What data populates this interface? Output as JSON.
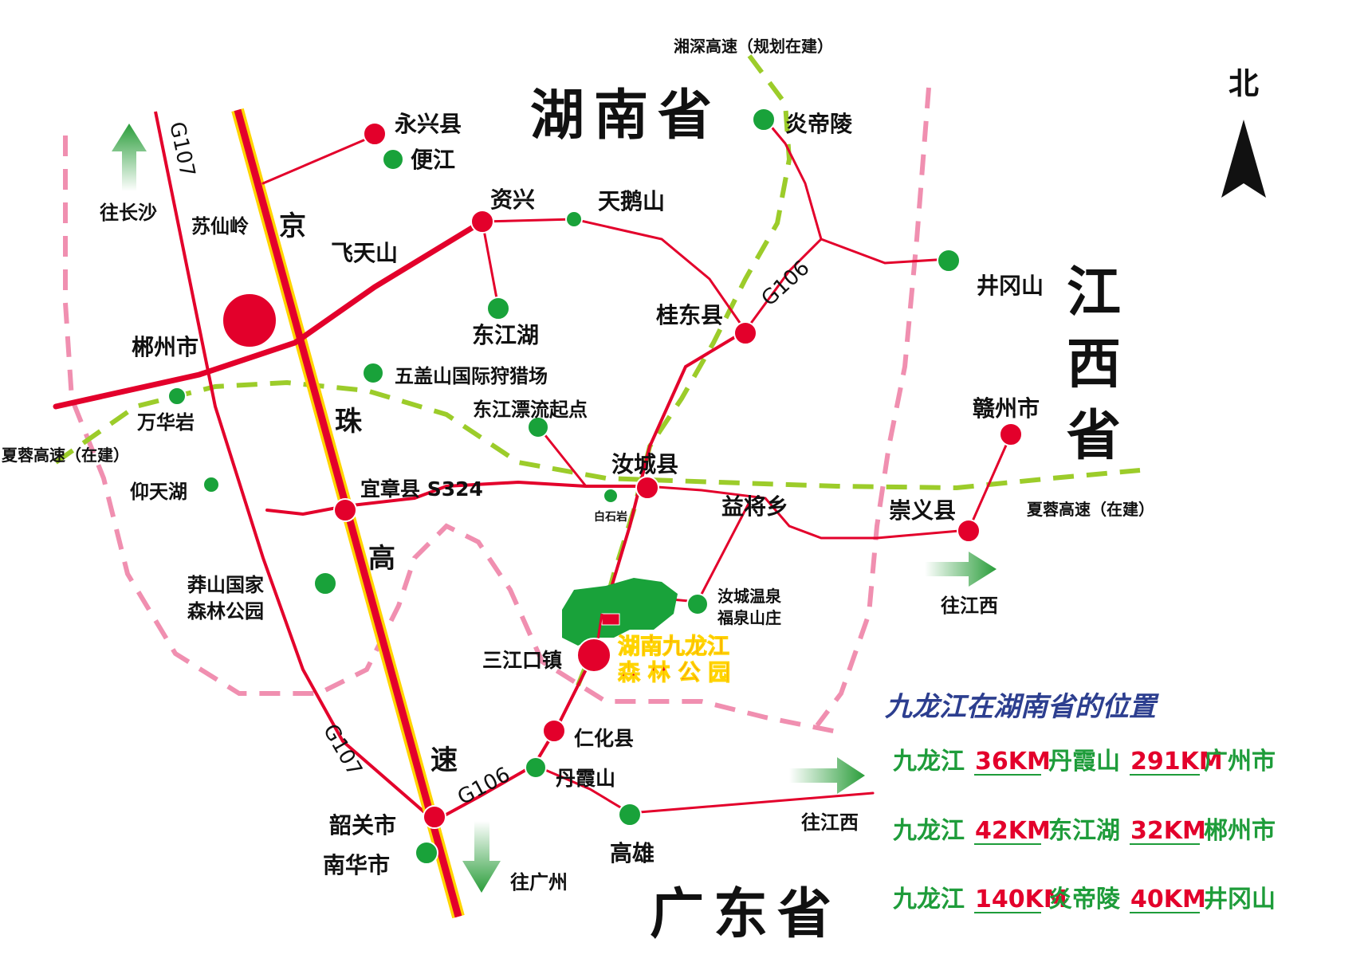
{
  "provinces": {
    "hunan": "湖南省",
    "jiangxi": "江西省",
    "guangdong": "广东省"
  },
  "north_label": "北",
  "highways": {
    "jingzhu_chars": [
      "京",
      "珠",
      "高",
      "速"
    ],
    "g107_labels": [
      "G107",
      "G107"
    ],
    "g106_labels": [
      "G106",
      "G106"
    ],
    "s324_label": "宜章县 S324",
    "xiangshen": "湘深高速（规划在建）",
    "xiarong_west": "夏蓉高速（在建）",
    "xiarong_east": "夏蓉高速（在建）"
  },
  "directions": {
    "changsha": "往长沙",
    "guangzhou": "往广州",
    "jiangxi_upper": "往江西",
    "jiangxi_lower": "往江西"
  },
  "places": {
    "yongxing": "永兴县",
    "bianjiang": "便江",
    "zixing": "资兴",
    "tianeshan": "天鹅山",
    "yandiling": "炎帝陵",
    "suxianling": "苏仙岭",
    "feitianshan": "飞天山",
    "dongjianghu": "东江湖",
    "guidong": "桂东县",
    "jinggangshan": "井冈山",
    "chenzhou": "郴州市",
    "wugaishan": "五盖山国际狩猎场",
    "wanhuayan": "万华岩",
    "dongjiang_rafting": "东江漂流起点",
    "rucheng": "汝城县",
    "ganzhou": "赣州市",
    "yangtianhu": "仰天湖",
    "baishiyan": "白石岩",
    "yijiang": "益将乡",
    "chongyi": "崇义县",
    "mangshan_1": "莽山国家",
    "mangshan_2": "森林公园",
    "hotspring_1": "汝城温泉",
    "hotspring_2": "福泉山庄",
    "sanjiangkou": "三江口镇",
    "park_1": "湖南九龙江",
    "park_2": "森 林 公 园",
    "renhua": "仁化县",
    "danxiashan": "丹霞山",
    "shaoguan": "韶关市",
    "nanhua": "南华市",
    "gaoxiong": "高雄"
  },
  "legend": {
    "title": "九龙江在湖南省的位置",
    "rows": [
      {
        "origin": "九龙江",
        "d1": "36KM",
        "mid": "丹霞山",
        "d2": "291KM",
        "dest": "广州市"
      },
      {
        "origin": "九龙江",
        "d1": "42KM",
        "mid": "东江湖",
        "d2": "32KM",
        "dest": "郴州市"
      },
      {
        "origin": "九龙江",
        "d1": "140KM",
        "mid": "炎帝陵",
        "d2": "40KM",
        "dest": "井冈山"
      }
    ]
  },
  "colors": {
    "road_red": "#e3002b",
    "city_red": "#e3002b",
    "spot_green": "#19a23a",
    "expressway_green": "#9ccc2a",
    "border_pink": "#f08fb0",
    "legend_blue": "#2c3e8f",
    "legend_green": "#1e9c3a"
  }
}
